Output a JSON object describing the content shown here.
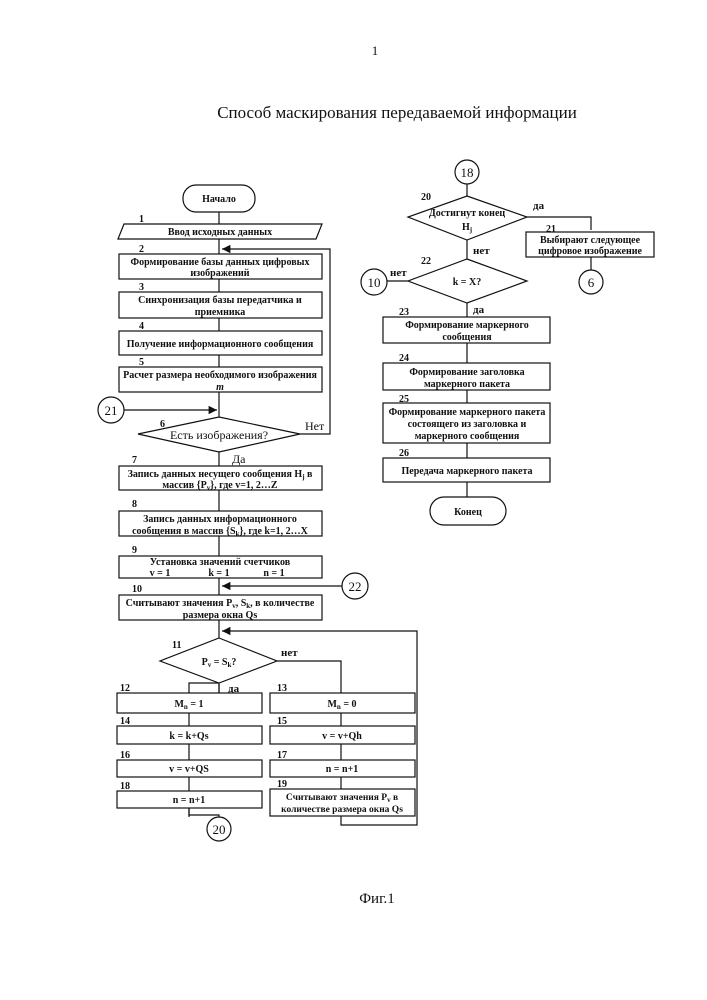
{
  "page_number": "1",
  "title": "Способ маскирования передаваемой информации",
  "figure_caption": "Фиг.1",
  "colors": {
    "ink": "#111111",
    "background": "#ffffff"
  },
  "left": {
    "start": "Начало",
    "b1": {
      "num": "1",
      "text": "Ввод исходных данных"
    },
    "b2": {
      "num": "2",
      "l1": "Формирование базы данных цифровых",
      "l2": "изображений"
    },
    "b3": {
      "num": "3",
      "l1": "Синхронизация базы передатчика и",
      "l2": "приемника"
    },
    "b4": {
      "num": "4",
      "text": "Получение информационного сообщения"
    },
    "b5": {
      "num": "5",
      "l1": "Расчет размера необходимого изображения",
      "l2": "m"
    },
    "c21": "21",
    "d6": {
      "num": "6",
      "text": "Есть изображения?",
      "no": "Нет",
      "yes": "Да"
    },
    "b7": {
      "num": "7",
      "l1a": "Запись данных несущего сообщения H",
      "l1s": "j",
      "l1b": " в",
      "l2a": "массив {P",
      "l2s": "v",
      "l2b": "}, где v=1, 2…Z"
    },
    "b8": {
      "num": "8",
      "l1": "Запись данных информационного",
      "l2a": "сообщения в массив {S",
      "l2s": "k",
      "l2b": "}, где k=1, 2…X"
    },
    "b9": {
      "num": "9",
      "l1": "Установка значений счетчиков",
      "v": "v = 1",
      "k": "k = 1",
      "n": "n = 1"
    },
    "c22": "22",
    "b10": {
      "num": "10",
      "l1a": "Считывают значения P",
      "l1s1": "v",
      "l1b": ", S",
      "l1s2": "k",
      "l1c": ", в количестве",
      "l2": "размера окна Qs"
    },
    "d11": {
      "num": "11",
      "a": "P",
      "as": "v",
      "b": " = S",
      "bs": "k",
      "c": "?",
      "no": "нет",
      "yes": "да"
    },
    "b12": {
      "num": "12",
      "a": "M",
      "s": "n",
      "b": " = 1"
    },
    "b13": {
      "num": "13",
      "a": "M",
      "s": "n",
      "b": " = 0"
    },
    "b14": {
      "num": "14",
      "text": "k = k+Qs"
    },
    "b15": {
      "num": "15",
      "text": "v = v+Qh"
    },
    "b16": {
      "num": "16",
      "text": "v = v+QS"
    },
    "b17": {
      "num": "17",
      "text": "n = n+1"
    },
    "b18": {
      "num": "18",
      "text": "n = n+1"
    },
    "b19": {
      "num": "19",
      "l1a": "Считывают значения P",
      "l1s": "v",
      "l1b": " в",
      "l2": "количестве размера окна Qs"
    },
    "c20": "20"
  },
  "right": {
    "c18": "18",
    "d20": {
      "num": "20",
      "l1": "Достигнут конец",
      "l2a": "H",
      "l2s": "j",
      "yes": "да",
      "no": "нет"
    },
    "b21": {
      "num": "21",
      "l1": "Выбирают следующее",
      "l2": "цифровое изображение"
    },
    "c6": "6",
    "d22": {
      "num": "22",
      "text": "k = X?",
      "no": "нет",
      "yes": "да"
    },
    "c10": "10",
    "b23": {
      "num": "23",
      "l1": "Формирование маркерного",
      "l2": "сообщения"
    },
    "b24": {
      "num": "24",
      "l1": "Формирование заголовка",
      "l2": "маркерного пакета"
    },
    "b25": {
      "num": "25",
      "l1": "Формирование маркерного пакета",
      "l2": "состоящего из заголовка и",
      "l3": "маркерного сообщения"
    },
    "b26": {
      "num": "26",
      "text": "Передача маркерного пакета"
    },
    "end": "Конец"
  }
}
